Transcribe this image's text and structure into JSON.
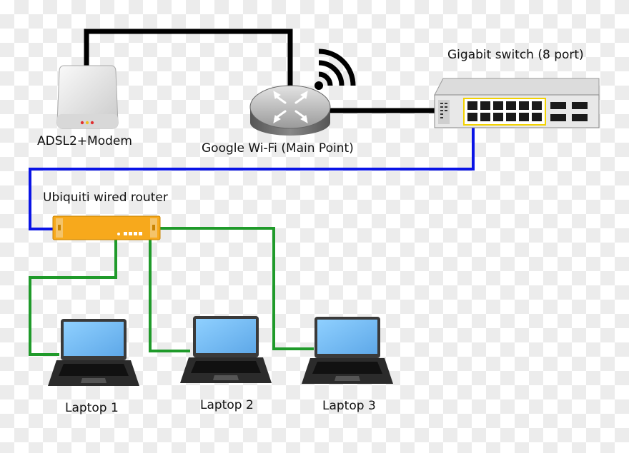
{
  "nodes": {
    "modem": {
      "label": "ADSL2+Modem",
      "icon": "modem-icon"
    },
    "wifi": {
      "label": "Google Wi-Fi (Main Point)",
      "icon": "wireless-router-icon"
    },
    "switch": {
      "label": "Gigabit switch (8 port)",
      "icon": "network-switch-icon"
    },
    "wired_router": {
      "label": "Ubiquiti wired router",
      "icon": "wired-router-icon"
    },
    "laptops": [
      {
        "label": "Laptop 1",
        "icon": "laptop-icon"
      },
      {
        "label": "Laptop 2",
        "icon": "laptop-icon"
      },
      {
        "label": "Laptop 3",
        "icon": "laptop-icon"
      }
    ]
  },
  "links": [
    {
      "from": "modem",
      "to": "wifi",
      "color": "#000000"
    },
    {
      "from": "wifi",
      "to": "switch",
      "color": "#000000"
    },
    {
      "from": "switch",
      "to": "wired_router",
      "color": "#0a14e6"
    },
    {
      "from": "wired_router",
      "to": "laptop_1",
      "color": "#1f9a2a"
    },
    {
      "from": "wired_router",
      "to": "laptop_2",
      "color": "#1f9a2a"
    },
    {
      "from": "wired_router",
      "to": "laptop_3",
      "color": "#1f9a2a"
    }
  ],
  "colors": {
    "uplink_cable": "#000000",
    "switch_cable": "#0a14e6",
    "lan_cable": "#1f9a2a",
    "wired_router_body": "#f7a91c",
    "laptop_screen": "#7ec1f5"
  }
}
